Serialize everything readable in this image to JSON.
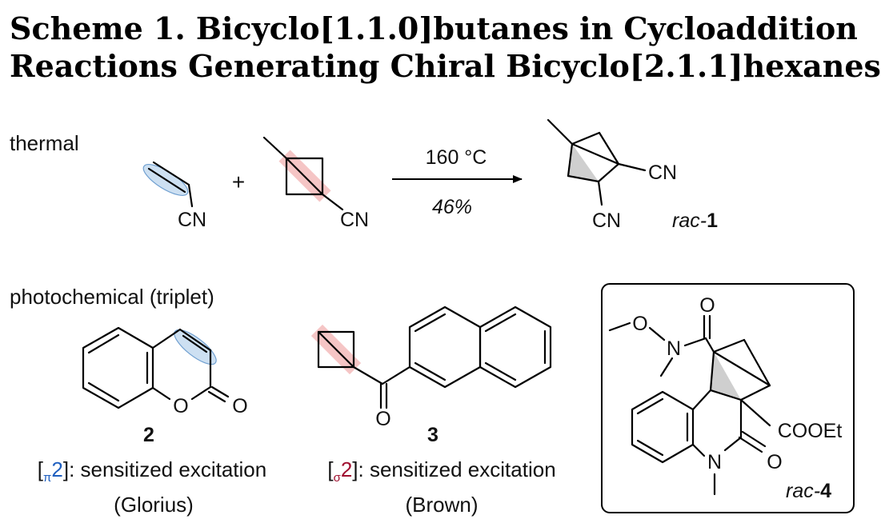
{
  "title": {
    "line1": "Scheme 1. Bicyclo[1.1.0]butanes in Cycloaddition",
    "line2": "Reactions Generating Chiral Bicyclo[2.1.1]hexanes"
  },
  "thermal": {
    "section_label": "thermal",
    "acrylonitrile_cn": "CN",
    "plus": "+",
    "bcb_cn": "CN",
    "condition": "160 °C",
    "yield": "46%",
    "product_cn_right": "CN",
    "product_cn_bottom": "CN",
    "product_label_prefix": "rac-",
    "product_label_num": "1"
  },
  "photochemical": {
    "section_label": "photochemical (triplet)",
    "compound2": {
      "number": "2",
      "ring_o": "O",
      "carbonyl_o": "O",
      "mode_open": "[",
      "mode_sub": "π",
      "mode_num": "2",
      "mode_close": "]: sensitized excitation",
      "author": "(Glorius)"
    },
    "compound3": {
      "number": "3",
      "carbonyl_o": "O",
      "mode_open": "[",
      "mode_sub": "σ",
      "mode_num": "2",
      "mode_close": "]: sensitized excitation",
      "author": "(Brown)"
    },
    "compound4": {
      "methoxy_o": "O",
      "amide_n": "N",
      "amide_o": "O",
      "ester": "COOEt",
      "lactam_n": "N",
      "lactam_o": "O",
      "label_prefix": "rac-",
      "label_num": "4"
    }
  },
  "colors": {
    "pi_blue": "#1f5fbf",
    "sigma_red": "#a01030",
    "highlight_blue": "#bcd5ee",
    "highlight_red": "#f2b6b6"
  }
}
